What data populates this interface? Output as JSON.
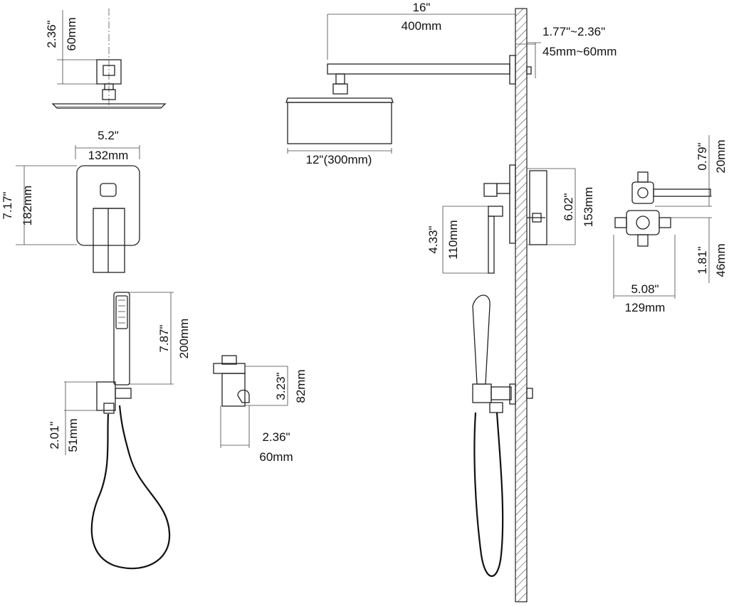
{
  "labels": {
    "arm_in": "16\"",
    "arm_mm": "400mm",
    "wall_in": "1.77\"~2.36\"",
    "wall_mm": "45mm~60mm",
    "head_size": "12\"(300mm)",
    "head_side_in": "2.36\"",
    "head_side_mm": "60mm",
    "plate_w_in": "5.2\"",
    "plate_w_mm": "132mm",
    "plate_h_in": "7.17\"",
    "plate_h_mm": "182mm",
    "hand_h_in": "7.87\"",
    "hand_h_mm": "200mm",
    "holder_in": "2.01\"",
    "holder_mm": "51mm",
    "elbow_h_in": "3.23\"",
    "elbow_h_mm": "82mm",
    "elbow_w_in": "2.36\"",
    "elbow_w_mm": "60mm",
    "trim_h_in": "6.02\"",
    "trim_h_mm": "153mm",
    "lever_in": "4.33\"",
    "lever_mm": "110mm",
    "valve_top_in": "0.79\"",
    "valve_top_mm": "20mm",
    "valve_mid_in": "1.81\"",
    "valve_mid_mm": "46mm",
    "valve_w_in": "5.08\"",
    "valve_w_mm": "129mm"
  }
}
